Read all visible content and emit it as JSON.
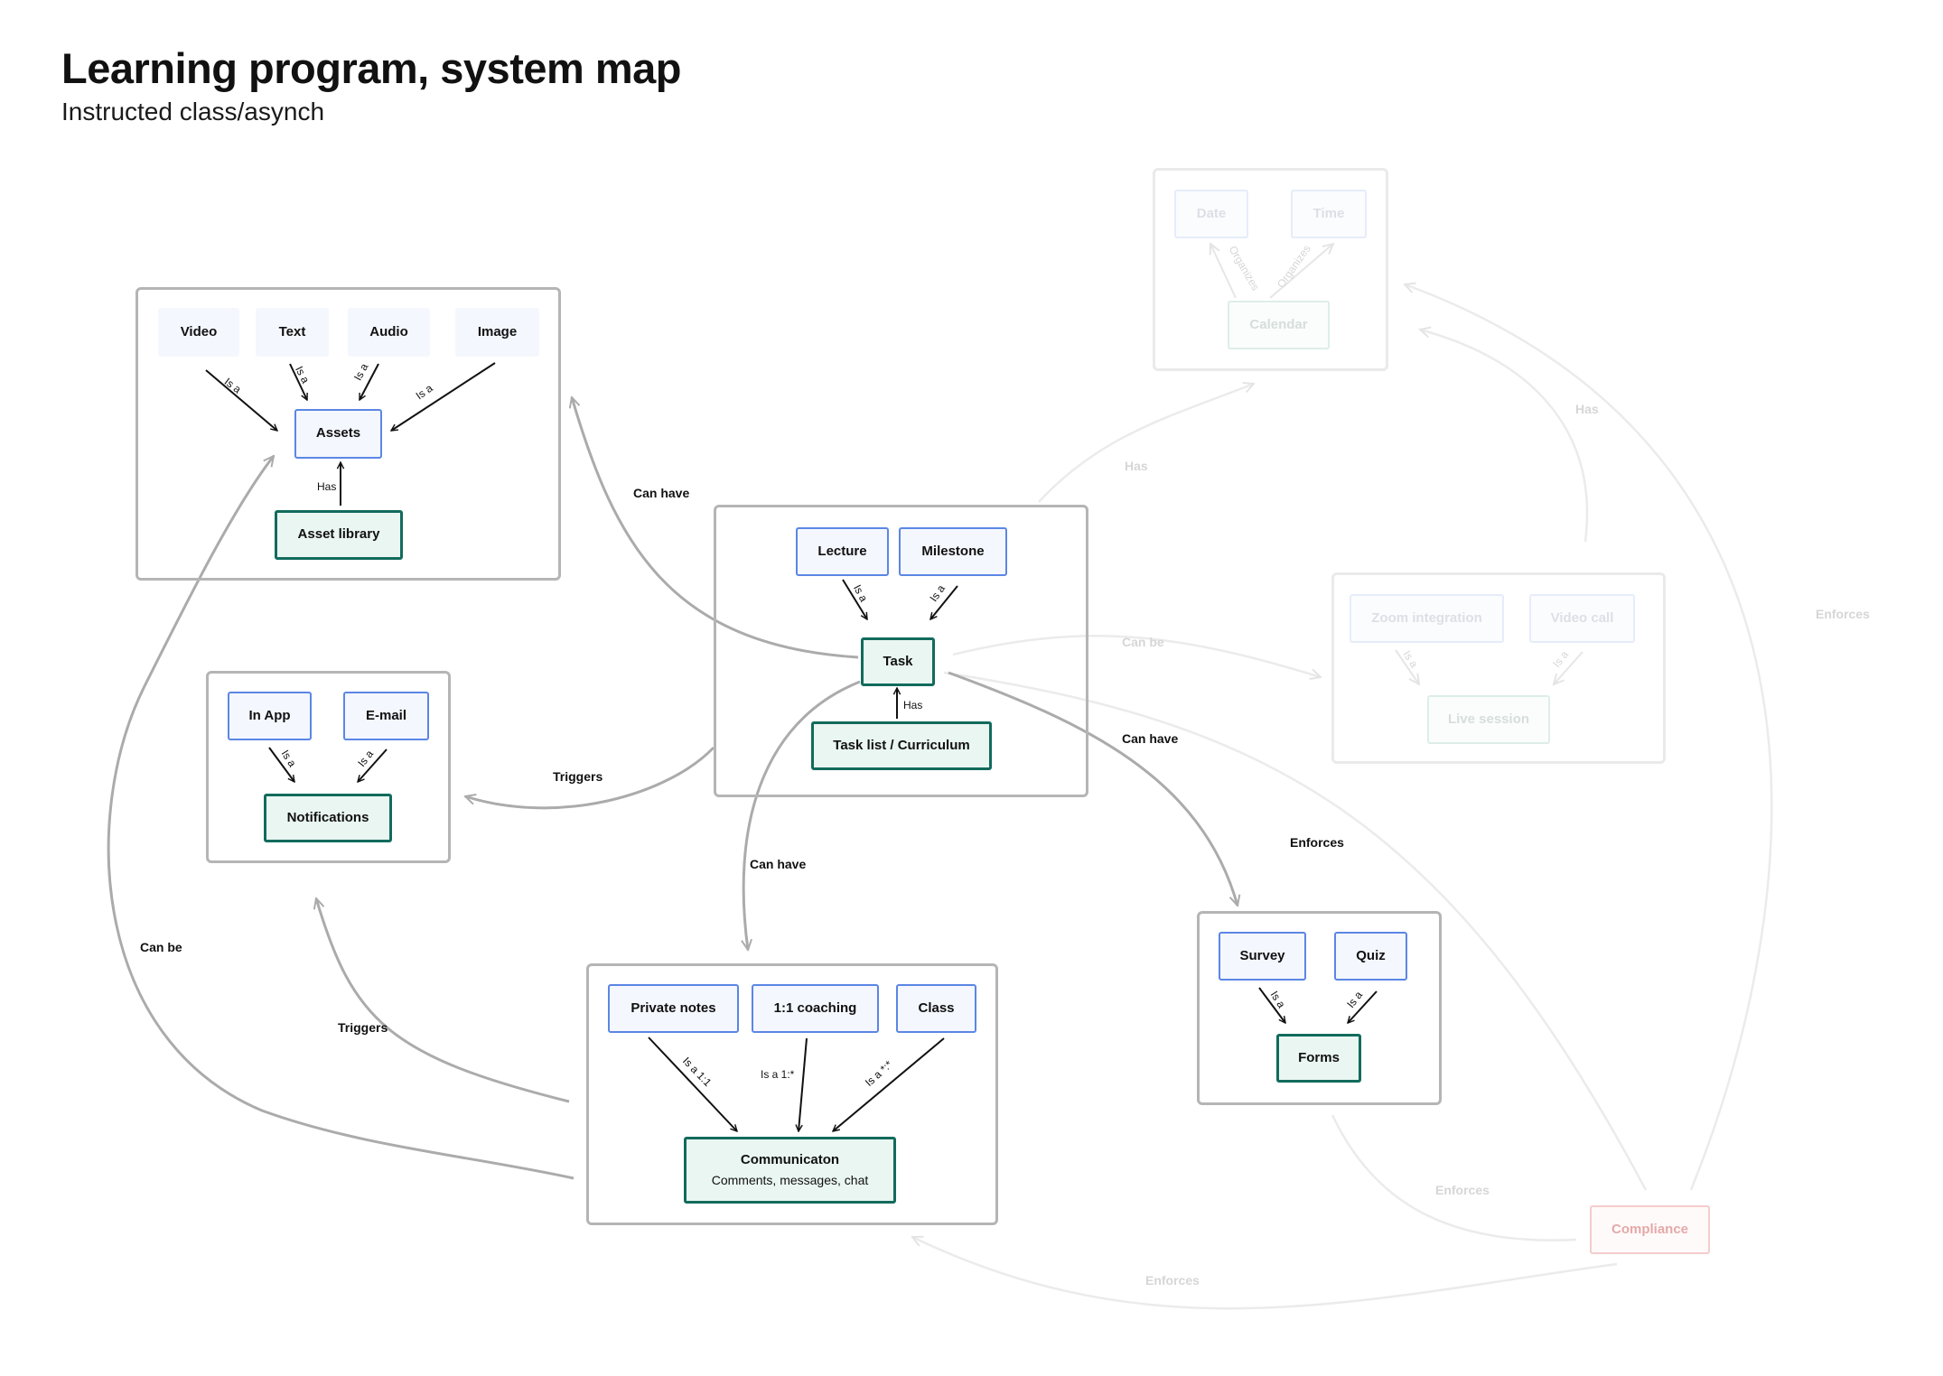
{
  "header": {
    "title": "Learning program, system map",
    "subtitle": "Instructed class/asynch"
  },
  "colors": {
    "entity_border": "#5b86e5",
    "core_border": "#126b5c",
    "core_fill": "#eaf6f1",
    "group_border": "#b5b5b5",
    "compliance": "#e5a8a8"
  },
  "assets_group": {
    "video": "Video",
    "text": "Text",
    "audio": "Audio",
    "image": "Image",
    "assets": "Assets",
    "asset_library": "Asset library",
    "is_a": "Is a",
    "has": "Has"
  },
  "task_group": {
    "lecture": "Lecture",
    "milestone": "Milestone",
    "task": "Task",
    "task_list": "Task list / Curriculum",
    "is_a": "Is a",
    "has": "Has"
  },
  "notifications_group": {
    "in_app": "In App",
    "email": "E-mail",
    "notifications": "Notifications",
    "is_a": "Is a"
  },
  "communication_group": {
    "private_notes": "Private notes",
    "coaching": "1:1 coaching",
    "class": "Class",
    "communication": "Communicaton",
    "communication_sub": "Comments, messages, chat",
    "is_a_1_1": "Is a 1:1",
    "is_a_1_many": "Is a 1:*",
    "is_a_many_many": "Is a *:*"
  },
  "forms_group": {
    "survey": "Survey",
    "quiz": "Quiz",
    "forms": "Forms",
    "is_a": "Is a"
  },
  "calendar_group": {
    "date": "Date",
    "time": "Time",
    "calendar": "Calendar",
    "organizes": "Organizes"
  },
  "live_group": {
    "zoom": "Zoom integration",
    "video_call": "Video call",
    "live_session": "Live session",
    "is_a": "Is a"
  },
  "compliance": "Compliance",
  "relations": {
    "can_have": "Can have",
    "triggers": "Triggers",
    "can_be": "Can be",
    "enforces": "Enforces",
    "has": "Has"
  }
}
